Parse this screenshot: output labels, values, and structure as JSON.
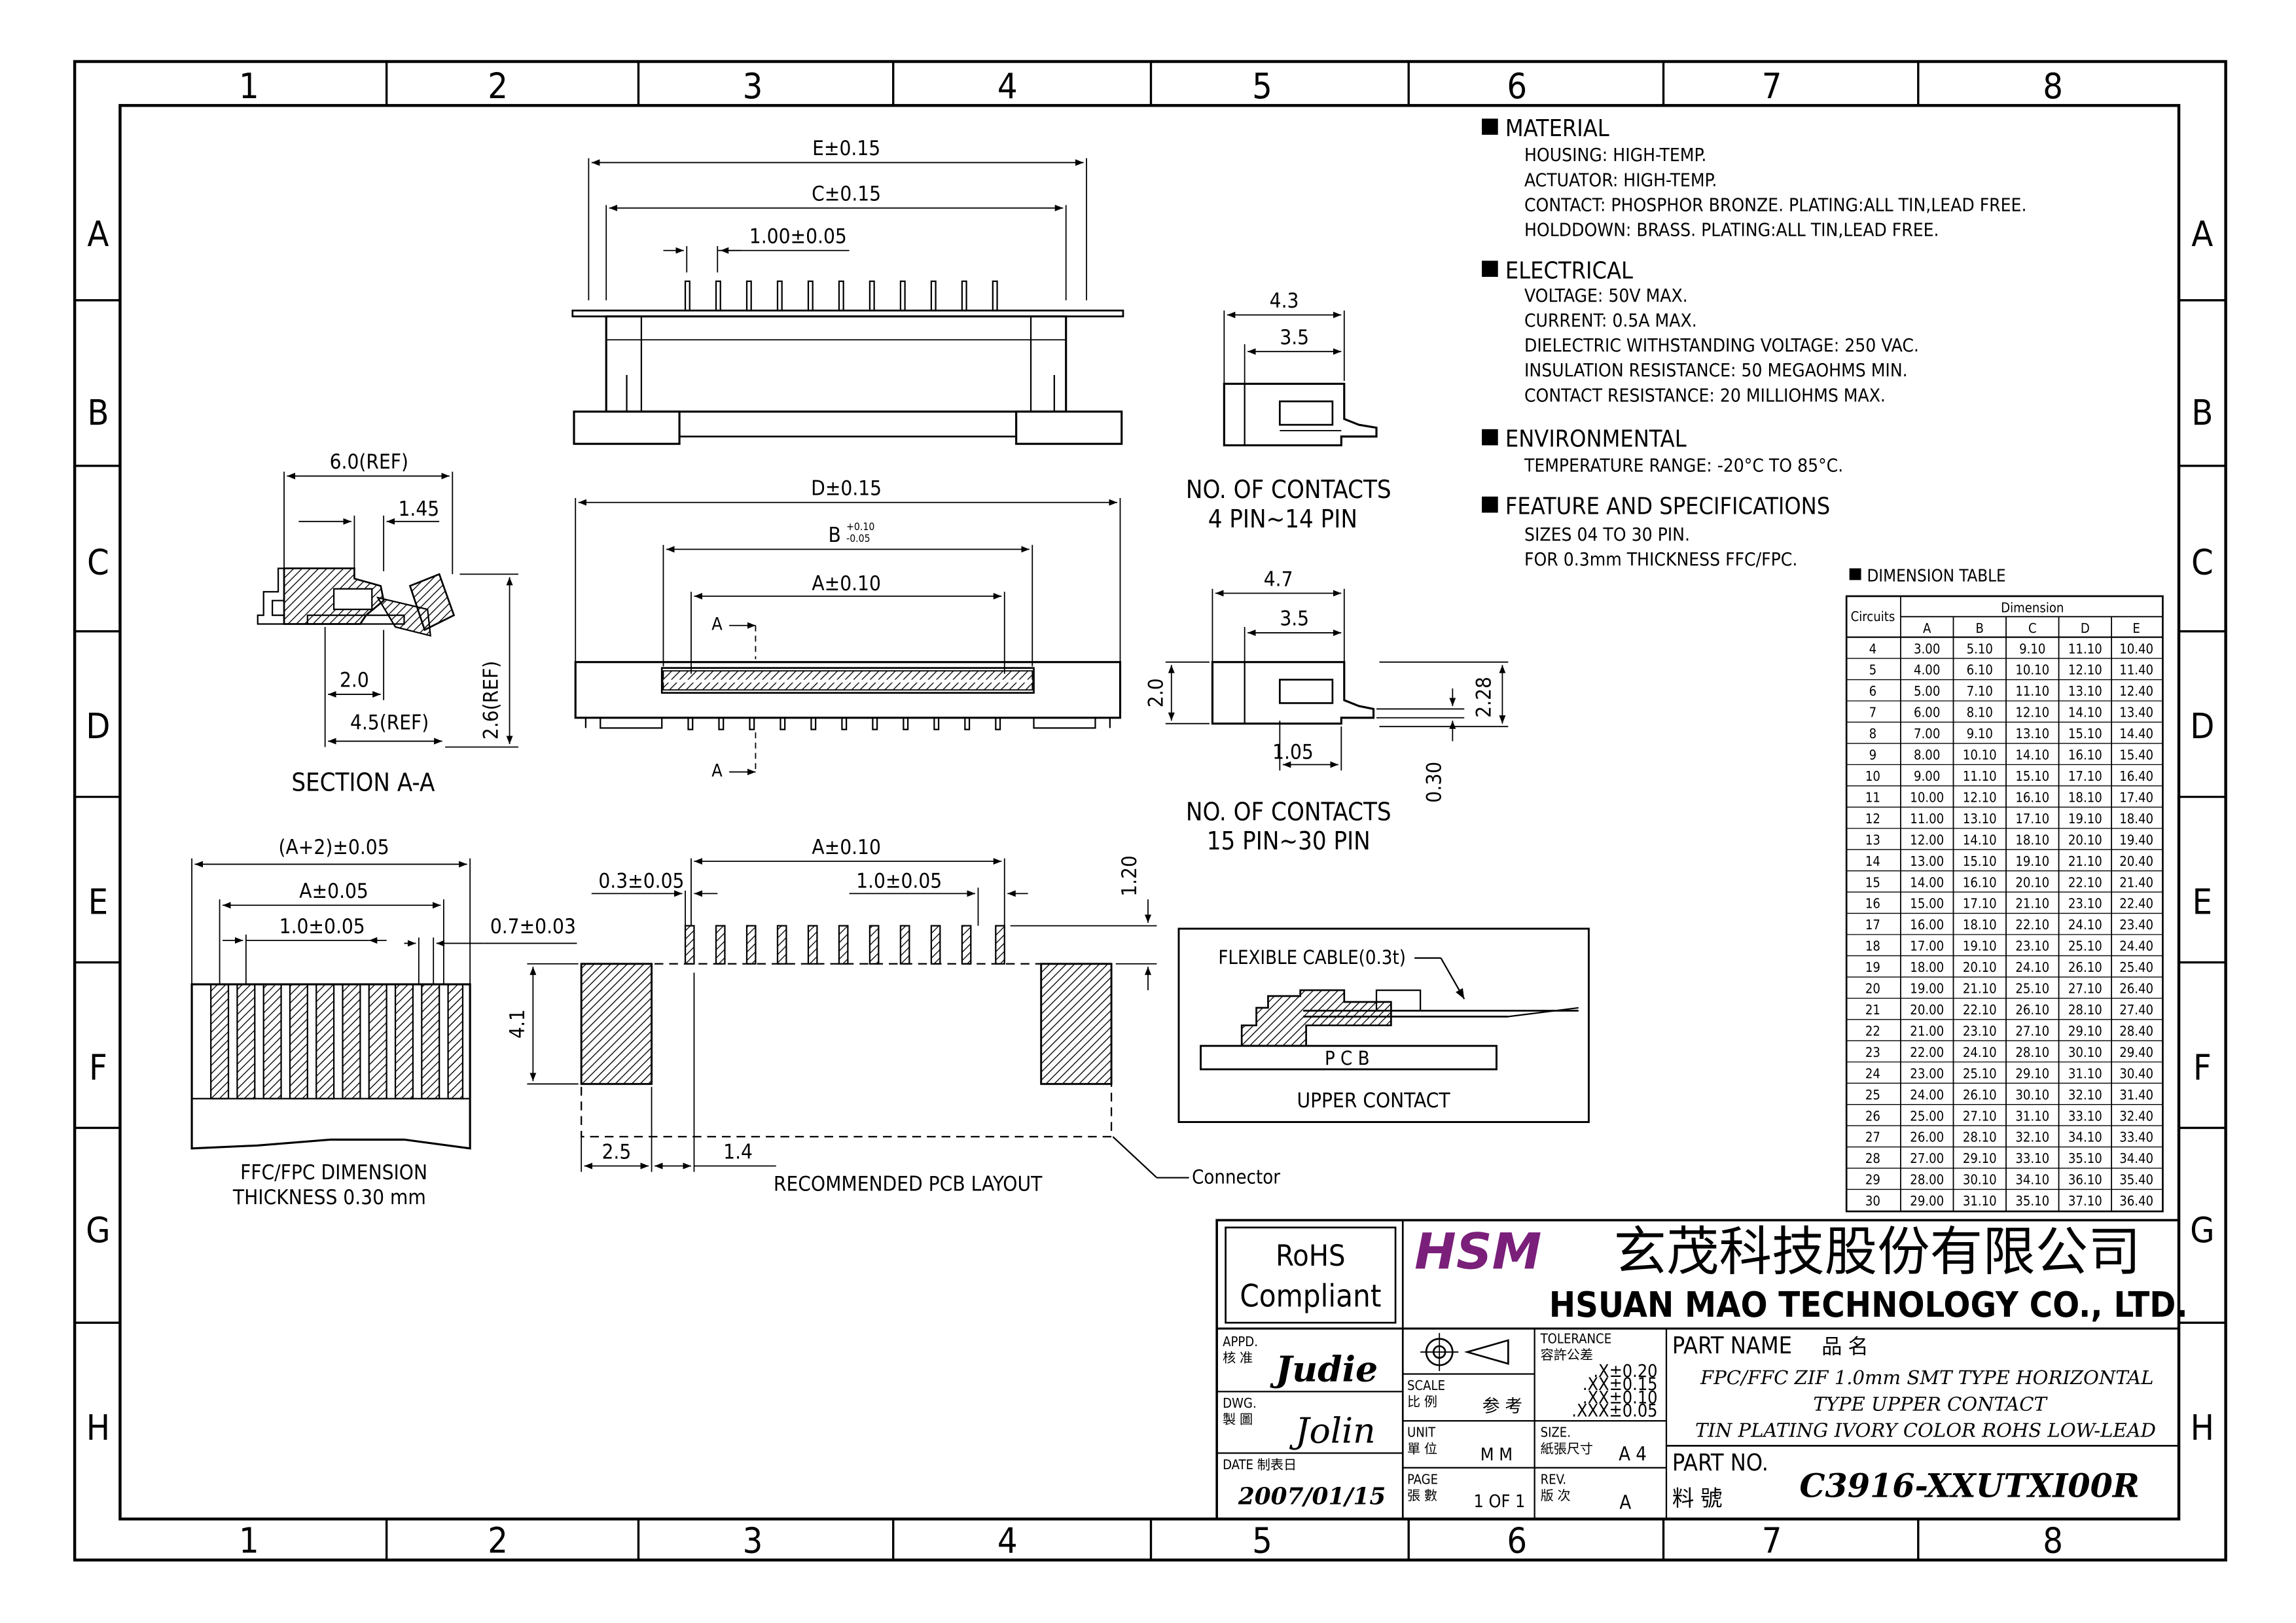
{
  "border": {
    "columns": [
      "1",
      "2",
      "3",
      "4",
      "5",
      "6",
      "7",
      "8"
    ],
    "rows": [
      "A",
      "B",
      "C",
      "D",
      "E",
      "F",
      "G",
      "H"
    ]
  },
  "views": {
    "top": {
      "dim_e": "E±0.15",
      "dim_c": "C±0.15",
      "dim_pitch": "1.00±0.05"
    },
    "section": {
      "ref_width": "6.0(REF)",
      "dim_1_45": "1.45",
      "dim_2_0": "2.0",
      "dim_4_5": "4.5(REF)",
      "dim_2_6": "2.6(REF)",
      "caption": "SECTION  A-A"
    },
    "front": {
      "dim_d": "D±0.15",
      "dim_b_base": "B",
      "dim_b_plus": "+0.10",
      "dim_b_minus": "-0.05",
      "dim_a": "A±0.10",
      "section_mark_a": "A"
    },
    "side_small": {
      "dim_4_3": "4.3",
      "dim_3_5": "3.5",
      "caption_line1": "NO.  OF  CONTACTS",
      "caption_line2": "4  PIN~14  PIN"
    },
    "side_large": {
      "dim_4_7": "4.7",
      "dim_3_5": "3.5",
      "dim_2_0": "2.0",
      "dim_2_28": "2.28",
      "dim_1_05": "1.05",
      "dim_0_30": "0.30",
      "caption_line1": "NO.  OF  CONTACTS",
      "caption_line2": "15  PIN~30  PIN"
    },
    "ffc": {
      "dim_a2": "(A+2)±0.05",
      "dim_a": "A±0.05",
      "dim_pitch": "1.0±0.05",
      "dim_0_7": "0.7±0.03",
      "caption_line1": "FFC/FPC  DIMENSION",
      "caption_line2": "THICKNESS  0.30  mm"
    },
    "pcb_layout": {
      "dim_0_3": "0.3±0.05",
      "dim_a": "A±0.10",
      "dim_pitch": "1.0±0.05",
      "dim_1_20": "1.20",
      "dim_4_1": "4.1",
      "dim_2_5": "2.5",
      "dim_1_4": "1.4",
      "caption": "RECOMMENDED  PCB  LAYOUT",
      "connector_label": "Connector"
    },
    "upper_contact": {
      "cable_label": "FLEXIBLE  CABLE(0.3t)",
      "pcb_label": "P C B",
      "caption": "UPPER  CONTACT"
    }
  },
  "specs": {
    "material": {
      "title": "MATERIAL",
      "lines": [
        "HOUSING:  HIGH-TEMP.",
        "ACTUATOR:  HIGH-TEMP.",
        "CONTACT:  PHOSPHOR  BRONZE.  PLATING:ALL  TIN,LEAD  FREE.",
        "HOLDDOWN:  BRASS.  PLATING:ALL  TIN,LEAD  FREE."
      ]
    },
    "electrical": {
      "title": "ELECTRICAL",
      "lines": [
        "VOLTAGE:  50V  MAX.",
        "CURRENT:  0.5A  MAX.",
        "DIELECTRIC  WITHSTANDING  VOLTAGE:  250  VAC.",
        "INSULATION  RESISTANCE:  50  MEGAOHMS  MIN.",
        "CONTACT  RESISTANCE:  20  MILLIOHMS  MAX."
      ]
    },
    "environmental": {
      "title": "ENVIRONMENTAL",
      "lines": [
        "TEMPERATURE  RANGE:  -20°C  TO  85°C."
      ]
    },
    "features": {
      "title": "FEATURE  AND  SPECIFICATIONS",
      "lines": [
        "SIZES  04  TO  30  PIN.",
        "FOR  0.3mm  THICKNESS  FFC/FPC."
      ]
    }
  },
  "dimension_table": {
    "title": "DIMENSION  TABLE",
    "circuits_header": "Circuits",
    "dimension_header": "Dimension",
    "columns": [
      "A",
      "B",
      "C",
      "D",
      "E"
    ],
    "rows": [
      [
        "4",
        "3.00",
        "5.10",
        "9.10",
        "11.10",
        "10.40"
      ],
      [
        "5",
        "4.00",
        "6.10",
        "10.10",
        "12.10",
        "11.40"
      ],
      [
        "6",
        "5.00",
        "7.10",
        "11.10",
        "13.10",
        "12.40"
      ],
      [
        "7",
        "6.00",
        "8.10",
        "12.10",
        "14.10",
        "13.40"
      ],
      [
        "8",
        "7.00",
        "9.10",
        "13.10",
        "15.10",
        "14.40"
      ],
      [
        "9",
        "8.00",
        "10.10",
        "14.10",
        "16.10",
        "15.40"
      ],
      [
        "10",
        "9.00",
        "11.10",
        "15.10",
        "17.10",
        "16.40"
      ],
      [
        "11",
        "10.00",
        "12.10",
        "16.10",
        "18.10",
        "17.40"
      ],
      [
        "12",
        "11.00",
        "13.10",
        "17.10",
        "19.10",
        "18.40"
      ],
      [
        "13",
        "12.00",
        "14.10",
        "18.10",
        "20.10",
        "19.40"
      ],
      [
        "14",
        "13.00",
        "15.10",
        "19.10",
        "21.10",
        "20.40"
      ],
      [
        "15",
        "14.00",
        "16.10",
        "20.10",
        "22.10",
        "21.40"
      ],
      [
        "16",
        "15.00",
        "17.10",
        "21.10",
        "23.10",
        "22.40"
      ],
      [
        "17",
        "16.00",
        "18.10",
        "22.10",
        "24.10",
        "23.40"
      ],
      [
        "18",
        "17.00",
        "19.10",
        "23.10",
        "25.10",
        "24.40"
      ],
      [
        "19",
        "18.00",
        "20.10",
        "24.10",
        "26.10",
        "25.40"
      ],
      [
        "20",
        "19.00",
        "21.10",
        "25.10",
        "27.10",
        "26.40"
      ],
      [
        "21",
        "20.00",
        "22.10",
        "26.10",
        "28.10",
        "27.40"
      ],
      [
        "22",
        "21.00",
        "23.10",
        "27.10",
        "29.10",
        "28.40"
      ],
      [
        "23",
        "22.00",
        "24.10",
        "28.10",
        "30.10",
        "29.40"
      ],
      [
        "24",
        "23.00",
        "25.10",
        "29.10",
        "31.10",
        "30.40"
      ],
      [
        "25",
        "24.00",
        "26.10",
        "30.10",
        "32.10",
        "31.40"
      ],
      [
        "26",
        "25.00",
        "27.10",
        "31.10",
        "33.10",
        "32.40"
      ],
      [
        "27",
        "26.00",
        "28.10",
        "32.10",
        "34.10",
        "33.40"
      ],
      [
        "28",
        "27.00",
        "29.10",
        "33.10",
        "35.10",
        "34.40"
      ],
      [
        "29",
        "28.00",
        "30.10",
        "34.10",
        "36.10",
        "35.40"
      ],
      [
        "30",
        "29.00",
        "31.10",
        "35.10",
        "37.10",
        "36.40"
      ]
    ]
  },
  "title_block": {
    "rohs_line1": "RoHS",
    "rohs_line2": "Compliant",
    "logo": "HSM",
    "company_chinese": "玄茂科技股份有限公司",
    "company_english": "HSUAN MAO TECHNOLOGY CO., LTD.",
    "appd_label": "APPD.",
    "appd_label_cn": "核 准",
    "appd_value": "Judie",
    "dwg_label": "DWG.",
    "dwg_label_cn": "製 圖",
    "dwg_value": "Jolin",
    "date_label": "DATE  制表日",
    "date_value": "2007/01/15",
    "scale_label": "SCALE",
    "scale_label_cn": "比 例",
    "scale_value": "参 考",
    "unit_label": "UNIT",
    "unit_label_cn": "單 位",
    "unit_value": "M M",
    "page_label": "PAGE",
    "page_label_cn": "張 數",
    "page_value": "1 OF 1",
    "tolerance_label": "TOLERANCE",
    "tolerance_label_cn": "容許公差",
    "tolerance_lines": [
      ".X±0.20",
      ".XX±0.15",
      ".XX±0.10",
      ".XXX±0.05"
    ],
    "size_label": "SIZE.",
    "size_label_cn": "紙張尺寸",
    "size_value": "A 4",
    "rev_label": "REV.",
    "rev_label_cn": "版 次",
    "rev_value": "A",
    "part_name_label": "PART NAME",
    "part_name_label_cn": "品   名",
    "part_name_lines": [
      "FPC/FFC ZIF 1.0mm SMT TYPE HORIZONTAL",
      "TYPE UPPER CONTACT",
      "TIN PLATING IVORY COLOR ROHS LOW-LEAD"
    ],
    "part_no_label": "PART NO.",
    "part_no_label_cn": "料   號",
    "part_no_value": "C3916-XXUTXI00R"
  }
}
